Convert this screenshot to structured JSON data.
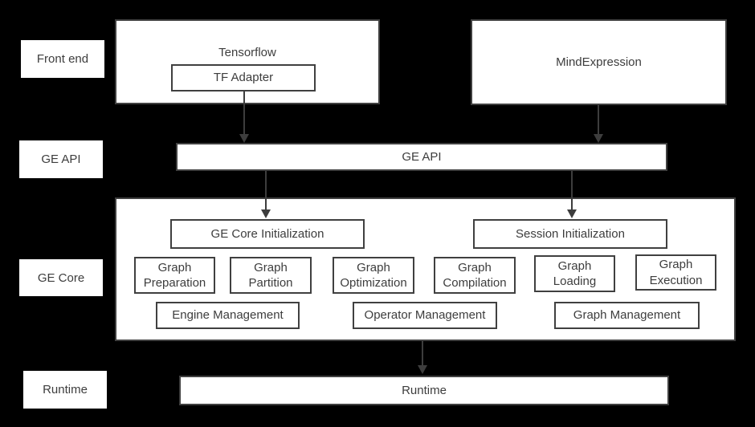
{
  "colors": {
    "background": "#000000",
    "box_fill": "#ffffff",
    "box_border": "#404040",
    "text": "#3d3d3d",
    "arrow": "#3d3d3d"
  },
  "layer_labels": {
    "front_end": "Front end",
    "ge_api": "GE API",
    "ge_core": "GE Core",
    "runtime": "Runtime"
  },
  "front_end": {
    "tensorflow_label": "Tensorflow",
    "tf_adapter_label": "TF Adapter",
    "mindexpression_label": "MindExpression"
  },
  "ge_api": {
    "bar_label": "GE API"
  },
  "ge_core": {
    "ge_core_initialization": "GE Core Initialization",
    "session_initialization": "Session Initialization",
    "modules": [
      "Graph Preparation",
      "Graph Partition",
      "Graph Optimization",
      "Graph Compilation",
      "Graph Loading",
      "Graph Execution"
    ],
    "management": [
      "Engine Management",
      "Operator Management",
      "Graph Management"
    ]
  },
  "runtime": {
    "bar_label": "Runtime"
  }
}
